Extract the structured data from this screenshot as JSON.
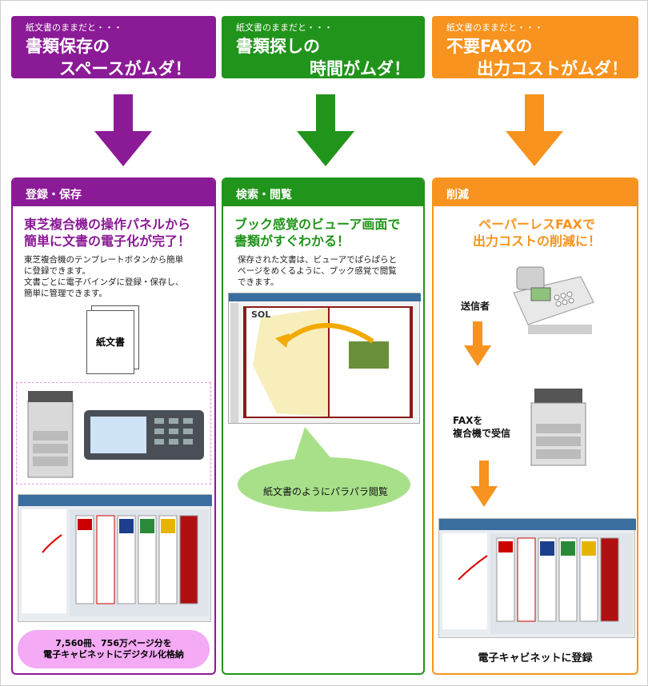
{
  "banners": [
    {
      "pre": "紙文書のままだと・・・",
      "line1": "書類保存の",
      "line2": "スペースがムダ！",
      "color": "#8b1a96"
    },
    {
      "pre": "紙文書のままだと・・・",
      "line1": "書類探しの",
      "line2": "時間がムダ！",
      "color": "#21941b"
    },
    {
      "pre": "紙文書のままだと・・・",
      "line1": "不要FAXの",
      "line2": "出力コストがムダ！",
      "color": "#f7931e"
    }
  ],
  "columns": [
    {
      "title": "登録・保存",
      "heading1": "東芝複合機の操作パネルから",
      "heading2": "簡単に文書の電子化が完了！",
      "body1": "東芝複合機のテンプレートボタンから簡単",
      "body2": "に登録できます。",
      "body3": "文書ごとに電子バインダに登録・保存し、",
      "body4": "簡単に管理できます。",
      "doc_label": "紙文書",
      "bubble1": "7,560冊、756万ページ分を",
      "bubble2": "電子キャビネットにデジタル化格納"
    },
    {
      "title": "検索・閲覧",
      "heading1": "ブック感覚のビューア画面で",
      "heading2": "書類がすぐわかる！",
      "body1": "保存された文書は、ビューアでぱらぱらと",
      "body2": "ページをめくるように、ブック感覚で閲覧",
      "body3": "できます。",
      "bubble": "紙文書のようにパラパラ閲覧"
    },
    {
      "title": "削減",
      "heading1": "ペーパーレスFAXで",
      "heading2": "出力コストの削減に！",
      "sender": "送信者",
      "recv1": "FAXを",
      "recv2": "複合機で受信",
      "footer": "電子キャビネットに登録"
    }
  ],
  "viewer_brand": "SOL",
  "binders": [
    "",
    "",
    "",
    "",
    "",
    ""
  ]
}
